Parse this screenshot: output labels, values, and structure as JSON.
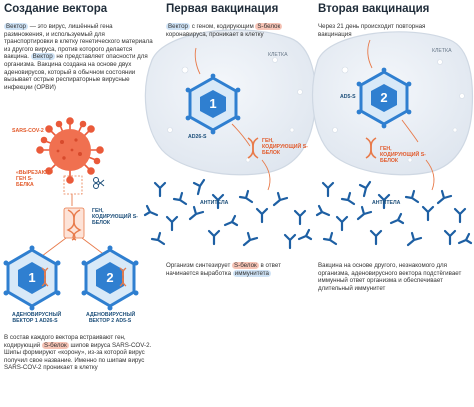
{
  "colors": {
    "blue_hex": "#2f7fd0",
    "hex_fill": "#d8e9f8",
    "virus_red": "#ea5a3a",
    "gene_orange": "#e87a4a",
    "antibody_blue": "#1d5fa3",
    "cell_fill": "#e9eef5"
  },
  "col1": {
    "title": "Создание вектора",
    "para_pre": "",
    "para_hl": "Вектор",
    "para_mid": " — это вирус, лишённый гена размножения, и используемый для транспортировки в клетку генетического материала из другого вируса, против которого делается вакцина. ",
    "para_hl2": "Вектор",
    "para_post": " не представляет опасности для организма. Вакцина создана на основе двух аденовирусов, который в обычном состоянии вызывает острые респираторные вирусные инфекции (ОРВИ)",
    "sars_label": "SARS-COV-2",
    "cut_label": "«Вырезают» ген S-белка",
    "gene_label": "ген, кодирующий S-белок",
    "vec1_label": "Аденовирусный вектор 1 AD26-S",
    "vec2_label": "Аденовирусный вектор 2 AD5-S",
    "bottom_pre": "В состав каждого вектора встраивают ген, кодирующий ",
    "bottom_hl": "S-белок",
    "bottom_post": " шипов вируса SARS-COV-2. Шипы формируют «корону», из-за которой вирус получил свое название. Именно по шипам вирус SARS-COV-2 проникает в клетку"
  },
  "col2": {
    "title": "Первая вакцинация",
    "top_hl": "Вектор",
    "top_mid": " с геном, кодирующим ",
    "top_hl2": "S-белок",
    "top_post": " коронавируса, проникает в клетку",
    "cell_label": "Клетка",
    "vector_num": "1",
    "ad_label": "AD26-S",
    "gene_label": "ген, кодирующий S-белок",
    "antibody_label": "Антитела",
    "bottom_pre": "Организм синтезирует ",
    "bottom_hl": "S-белок",
    "bottom_mid": " в ответ начинается выработка ",
    "bottom_hl2": "иммунитета"
  },
  "col3": {
    "title": "Вторая вакцинация",
    "top_text": "Через 21 день происходит повторная вакцинация",
    "cell_label": "Клетка",
    "vector_num": "2",
    "ad_label": "AD5-S",
    "gene_label": "ген, кодирующий S-белок",
    "antibody_label": "Антитела",
    "bottom_text": "Вакцина на основе другого, незнакомого для организма, аденовирусного вектора подстёгивает иммунный ответ организма и обеспечивает длительный иммунитет"
  },
  "vector1_num": "1",
  "vector2_num": "2"
}
